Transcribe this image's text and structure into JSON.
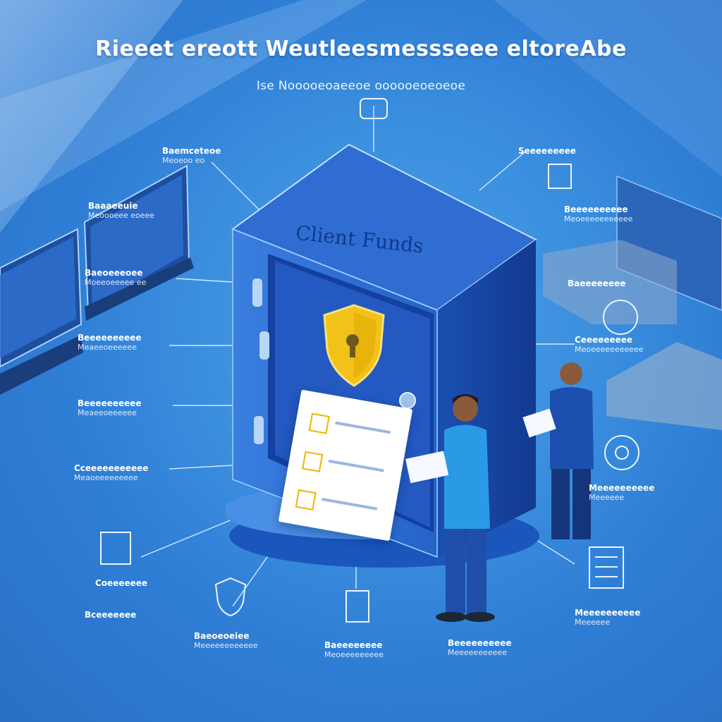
{
  "header": {
    "title": "Rieeet ereott Weutleesmessseee eltoreAbe",
    "subtitle": "Ise Nooooeoaeeoe oooooeoeoeoe"
  },
  "vault": {
    "label": "Client Funds",
    "shield_icon": "shield-lock-icon"
  },
  "labels_left": [
    {
      "h": "Baemceteoe",
      "d": "Meoeoo eo"
    },
    {
      "h": "Baaaeeuie",
      "d": "Meoooeee eoeee"
    },
    {
      "h": "Baeoeeeoee",
      "d": "Moeeoeeeee ee"
    },
    {
      "h": "Beeeeeeeeee",
      "d": "Meaeeoeeeeee"
    },
    {
      "h": "Beeeeeeeeee",
      "d": "Meaeeoeeeeee"
    },
    {
      "h": "Cceeeeeeeeeee",
      "d": "Meaoeeeeeeeee"
    },
    {
      "h": "Coeeeeeee",
      "d": ""
    },
    {
      "h": "Bceeeeeee",
      "d": ""
    }
  ],
  "labels_right": [
    {
      "h": "Seeeeeeeee",
      "d": ""
    },
    {
      "h": "Beeeeeeeeee",
      "d": "Meoeeeeeeeeeee"
    },
    {
      "h": "Baeeeeeeee",
      "d": ""
    },
    {
      "h": "Ceeeeeeeee",
      "d": "Meoeeeeeeeeeee"
    },
    {
      "h": "Meeeeeeeeee",
      "d": "Meeeeee"
    },
    {
      "h": "Meeeeeeeeee",
      "d": "Meeeeee"
    }
  ],
  "labels_bottom": [
    {
      "h": "Baeoeoeiee",
      "d": "Meeeeeeeeeeee"
    },
    {
      "h": "Baeeeeeeee",
      "d": "Meoeeeeeeeee"
    },
    {
      "h": "Beeeeeeeeee",
      "d": "Meeeeeeeeeee"
    }
  ],
  "document": {
    "rows": 3,
    "check_icon": "checkbox-check-icon"
  },
  "icons": [
    "monitor-icon",
    "lock-icon",
    "document-icon",
    "people-icon",
    "shield-icon",
    "gear-icon",
    "checklist-icon",
    "globe-icon"
  ],
  "colors": {
    "background": "#3b8fdf",
    "vault_body": "#1f5fc7",
    "vault_dark": "#143e9e",
    "shield_gold": "#f2c21a",
    "accent_white": "#ffffff"
  }
}
